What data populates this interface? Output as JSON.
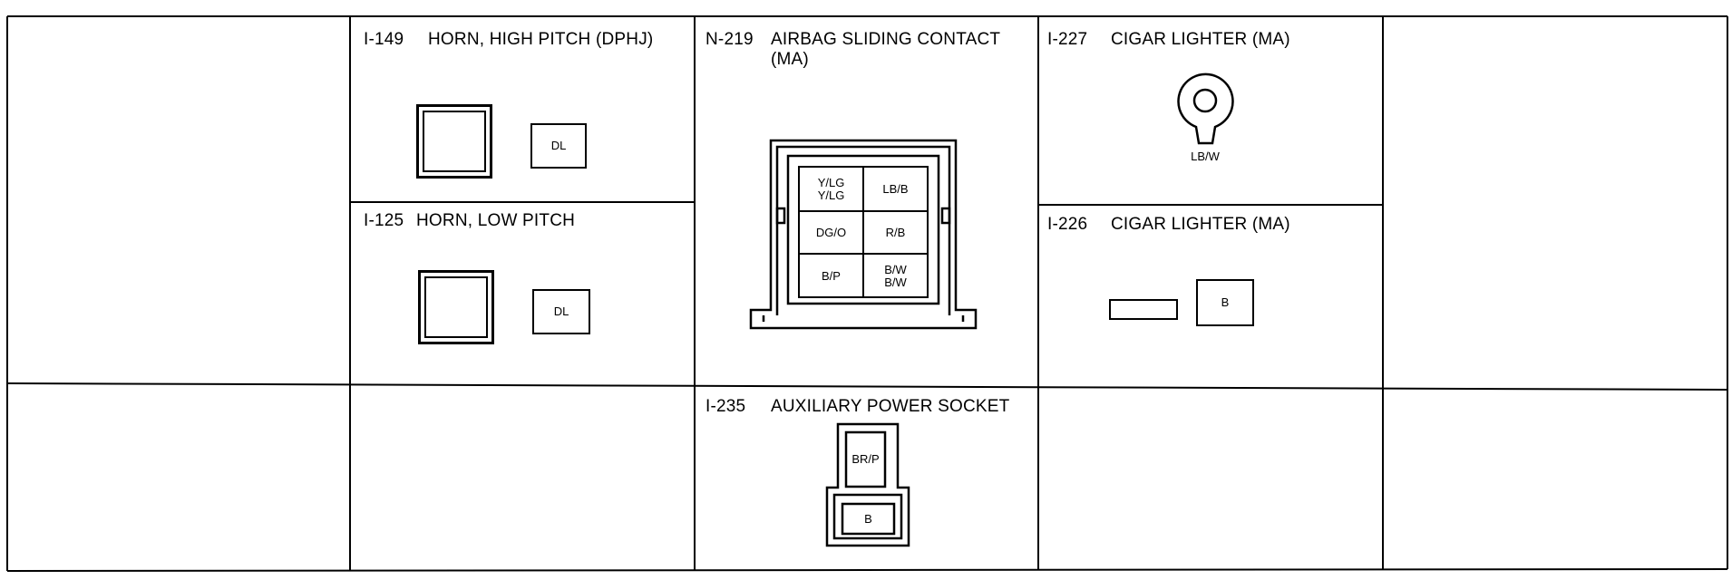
{
  "connectors": {
    "horn_high": {
      "id": "I-149",
      "name": "HORN, HIGH PITCH (DPHJ)",
      "pins": [
        "DL"
      ]
    },
    "horn_low": {
      "id": "I-125",
      "name": "HORN, LOW PITCH",
      "pins": [
        "DL"
      ]
    },
    "airbag": {
      "id": "N-219",
      "name": "AIRBAG SLIDING CONTACT",
      "name2": "(MA)",
      "pins": {
        "r1c1a": "Y/LG",
        "r1c1b": "Y/LG",
        "r1c2": "LB/B",
        "r2c1": "DG/O",
        "r2c2": "R/B",
        "r3c1": "B/P",
        "r3c2a": "B/W",
        "r3c2b": "B/W"
      }
    },
    "cigar_227": {
      "id": "I-227",
      "name": "CIGAR LIGHTER (MA)",
      "pins": [
        "LB/W"
      ]
    },
    "cigar_226": {
      "id": "I-226",
      "name": "CIGAR LIGHTER (MA)",
      "pins": [
        "B"
      ]
    },
    "aux": {
      "id": "I-235",
      "name": "AUXILIARY POWER SOCKET",
      "pins": [
        "BR/P",
        "B"
      ]
    }
  }
}
